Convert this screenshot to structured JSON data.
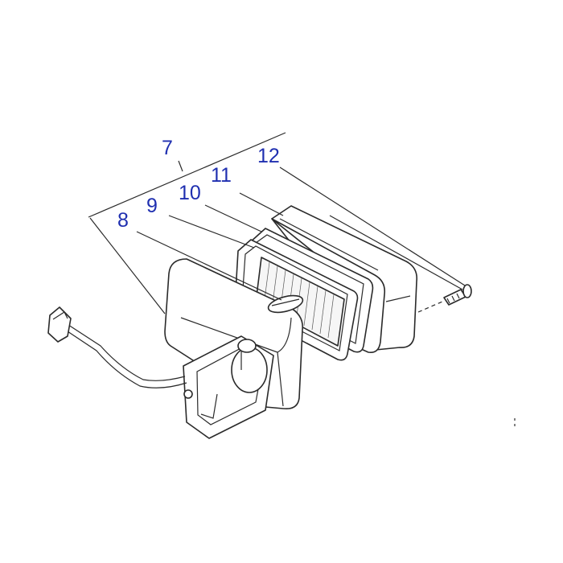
{
  "diagram": {
    "callouts": [
      {
        "id": "7",
        "label": "7",
        "part": "lamp-assembly"
      },
      {
        "id": "8",
        "label": "8",
        "part": "lamp-housing"
      },
      {
        "id": "9",
        "label": "9",
        "part": "rubber-seal"
      },
      {
        "id": "10",
        "label": "10",
        "part": "lens-frame"
      },
      {
        "id": "11",
        "label": "11",
        "part": "lens"
      },
      {
        "id": "12",
        "label": "12",
        "part": "screw"
      }
    ],
    "colors": {
      "callout_text": "#1f2fb0",
      "line_art": "#2a2a2a",
      "background": "#ffffff"
    }
  }
}
